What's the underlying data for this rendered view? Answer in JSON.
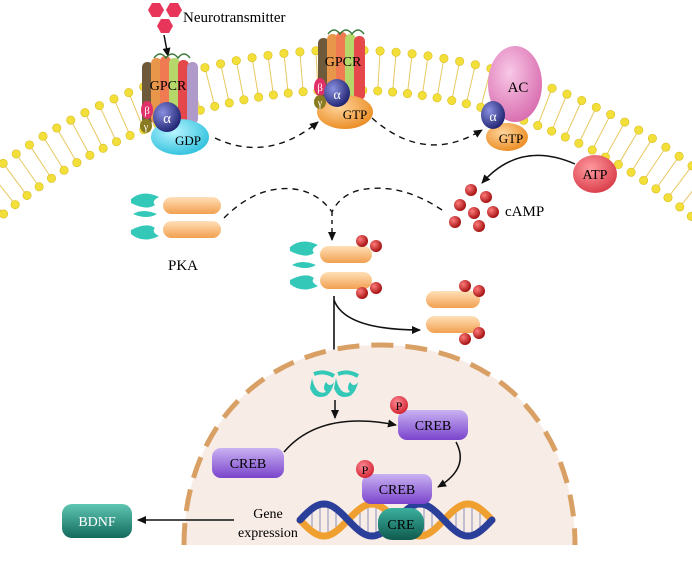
{
  "labels": {
    "neurotransmitter": "Neurotransmitter",
    "gpcr": "GPCR",
    "alpha": "α",
    "beta": "β",
    "gamma": "γ",
    "gdp": "GDP",
    "gtp": "GTP",
    "ac": "AC",
    "atp": "ATP",
    "camp": "cAMP",
    "pka": "PKA",
    "creb": "CREB",
    "phospho": "P",
    "cre": "CRE",
    "bdnf": "BDNF",
    "gene": "Gene",
    "expression": "expression"
  },
  "colors": {
    "membrane_head": "#f3df3a",
    "membrane_tail": "#e8c860",
    "alpha_subunit": "#3a3f9a",
    "beta_subunit": "#e0306a",
    "gamma_subunit": "#8a7a20",
    "gdp_gtp": "#45d2ea",
    "gtp_bound": "#f4a23a",
    "ac": "#e48ac0",
    "atp": "#e8505a",
    "camp": "#c01818",
    "pka_catalytic": "#34c8b8",
    "pka_regulatory": "#f5b26a",
    "nucleus": "#f8ece6",
    "nucleus_border": "#d9a066",
    "creb": "#8c5ad8",
    "phospho": "#e83a4a",
    "cre": "#1a7a6a",
    "dna_blue": "#2a3f9a",
    "dna_orange": "#f0a030",
    "bdnf": "#1e8a78"
  }
}
